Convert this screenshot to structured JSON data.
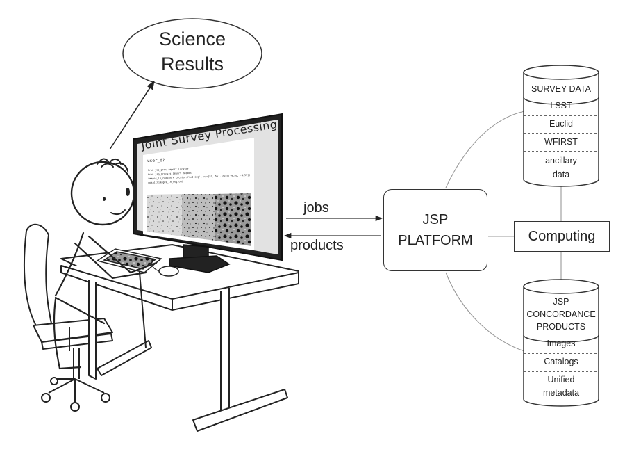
{
  "bubble": {
    "line1": "Science",
    "line2": "Results"
  },
  "screen": {
    "title": "Joint Survey Processing",
    "user": "user_6?",
    "code": [
      "from jsp_proc import locator",
      "from jsp_procsis import mosaic",
      "images_in_region = locator.find(img', ra=[53, 55], dec=[-4.50, -4.53])",
      "mosaic(images_in_region)"
    ]
  },
  "arrows": {
    "jobs": "jobs",
    "products": "products"
  },
  "platform": {
    "line1": "JSP",
    "line2": "PLATFORM"
  },
  "computing": {
    "label": "Computing"
  },
  "survey_db": {
    "header": "SURVEY DATA",
    "items": [
      "LSST",
      "Euclid",
      "WFIRST"
    ],
    "ancillary": [
      "ancillary",
      "data"
    ]
  },
  "concordance_db": {
    "header": [
      "JSP",
      "CONCORDANCE",
      "PRODUCTS"
    ],
    "items": [
      "Images",
      "Catalogs"
    ],
    "unified": [
      "Unified",
      "metadata"
    ]
  }
}
